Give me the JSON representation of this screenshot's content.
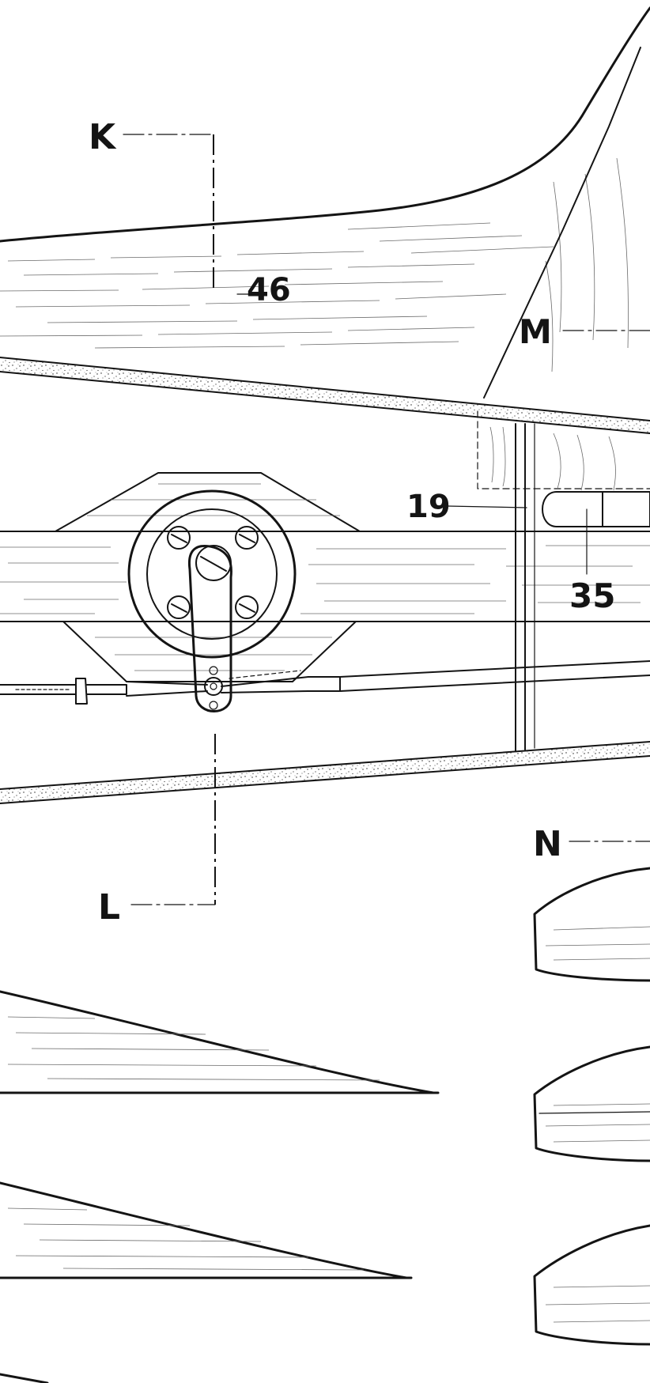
{
  "labels": {
    "section_k": "K",
    "section_l": "L",
    "section_m": "M",
    "section_n": "N",
    "part_46": "46",
    "part_19": "19",
    "part_35": "35"
  },
  "colors": {
    "ink": "#141414",
    "grain": "#6a6a6a",
    "background": "#ffffff"
  }
}
